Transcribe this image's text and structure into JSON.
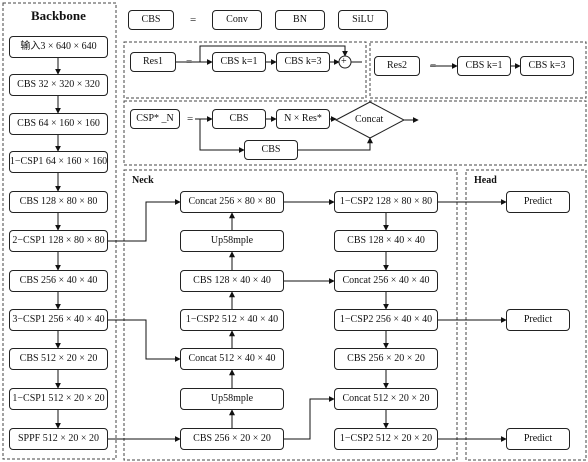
{
  "backbone": {
    "title": "Backbone",
    "blocks": [
      "输入3 × 640 × 640",
      "CBS 32 × 320 × 320",
      "CBS 64 × 160 × 160",
      "1−CSP1 64 × 160 × 160",
      "CBS 128 × 80 × 80",
      "2−CSP1 128 × 80 × 80",
      "CBS 256 × 40 × 40",
      "3−CSP1 256 × 40 × 40",
      "CBS 512 × 20 × 20",
      "1−CSP1 512 × 20 × 20",
      "SPPF 512 × 20 × 20"
    ]
  },
  "legend": {
    "cbs": {
      "name": "CBS",
      "eq": "=",
      "parts": [
        "Conv",
        "BN",
        "SiLU"
      ]
    },
    "res1": {
      "name": "Res1",
      "eq": "=",
      "parts": [
        "CBS k=1",
        "CBS k=3"
      ],
      "add": "+"
    },
    "res2": {
      "name": "Res2",
      "eq": "=",
      "parts": [
        "CBS k=1",
        "CBS k=3"
      ]
    },
    "csp": {
      "name": "CSP* _N",
      "eq": "=",
      "cbs_top": "CBS",
      "nres": "N × Res*",
      "concat": "Concat",
      "cbs_bottom": "CBS"
    }
  },
  "neck": {
    "title": "Neck",
    "col1": [
      "Concat 256 × 80 × 80",
      "Up58mple",
      "CBS 128 × 40 × 40",
      "1−CSP2 512 × 40 × 40",
      "Concat 512 × 40 × 40",
      "Up58mple",
      "CBS 256 × 20 × 20"
    ],
    "col2": [
      "1−CSP2 128 × 80 × 80",
      "CBS 128 × 40 × 40",
      "Concat 256 × 40 × 40",
      "1−CSP2 256 × 40 × 40",
      "CBS 256 × 20 × 20",
      "Concat 512 × 20 × 20",
      "1−CSP2 512 × 20 × 20"
    ]
  },
  "head": {
    "title": "Head",
    "predicts": [
      "Predict",
      "Predict",
      "Predict"
    ]
  }
}
